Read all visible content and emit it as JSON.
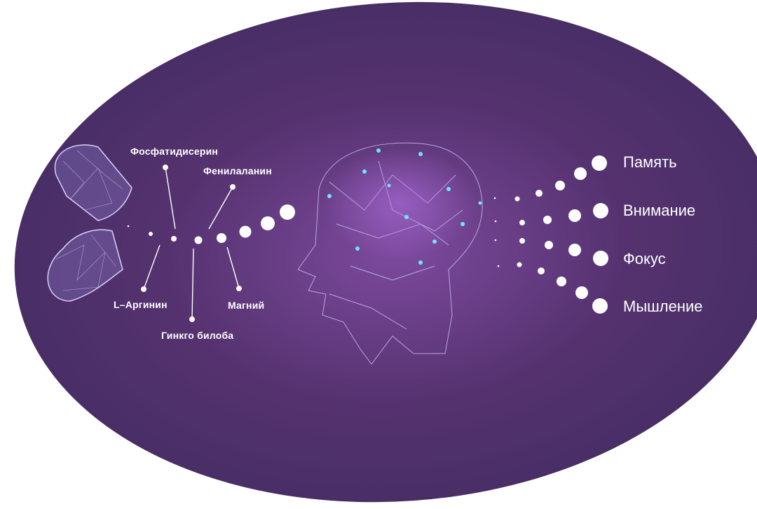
{
  "ingredients": {
    "phosphatidylserine": "Фосфатидисерин",
    "phenylalanine": "Фенилаланин",
    "arginine": "L–Аргинин",
    "ginkgo": "Гинкго билоба",
    "magnesium": "Магний"
  },
  "effects": [
    "Память",
    "Внимание",
    "Фокус",
    "Мышление"
  ],
  "colors": {
    "background": "#4a3068",
    "glow": "#7d4a9e",
    "accent": "#5ad8f0"
  }
}
